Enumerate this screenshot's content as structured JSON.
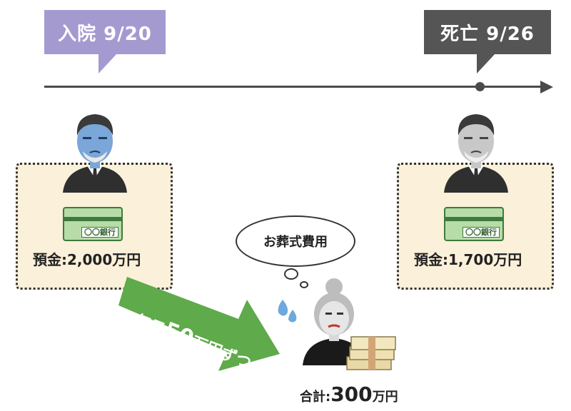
{
  "timeline": {
    "admission_label": "入院 9/20",
    "death_label": "死亡 9/26"
  },
  "before": {
    "bank_label": "〇〇銀行",
    "balance_label": "預金",
    "balance_value": ":2,000万円"
  },
  "after": {
    "bank_label": "〇〇銀行",
    "balance_label": "預金",
    "balance_value": ":1,700万円"
  },
  "withdrawal": {
    "prefix": "毎日",
    "amount": "50",
    "suffix": "万円ずつ"
  },
  "thought": {
    "text": "お葬式費用"
  },
  "total": {
    "label": "合計:",
    "value": "300",
    "unit": "万円"
  },
  "colors": {
    "admission": "#a59ad0",
    "death": "#555555",
    "arrow": "#5faa4a",
    "box_fill": "#fbf0d9",
    "card": "#b7dca8"
  }
}
